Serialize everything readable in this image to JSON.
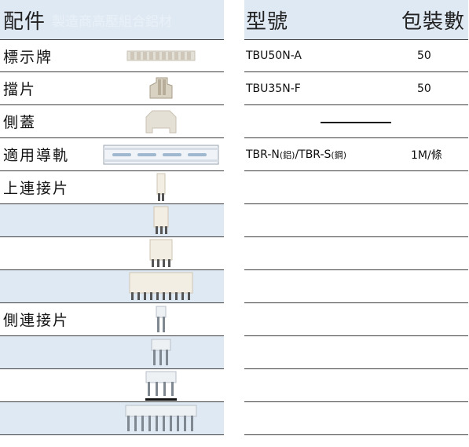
{
  "left": {
    "header": "配件",
    "watermark": "製造商高壓組合鋁材",
    "rows": [
      {
        "label": "標示牌",
        "icon": "marker-strip-icon"
      },
      {
        "label": "擋片",
        "icon": "end-stop-icon"
      },
      {
        "label": "側蓋",
        "icon": "end-cover-icon"
      },
      {
        "label": "適用導軌",
        "icon": "din-rail-icon"
      },
      {
        "label": "上連接片",
        "icon": "jumper-2pole-icon"
      },
      {
        "label": "",
        "icon": "jumper-3pole-icon"
      },
      {
        "label": "",
        "icon": "jumper-4pole-icon"
      },
      {
        "label": "",
        "icon": "jumper-10pole-icon"
      },
      {
        "label": "側連接片",
        "icon": "side-jumper-2pole-icon"
      },
      {
        "label": "",
        "icon": "side-jumper-3pole-icon"
      },
      {
        "label": "",
        "icon": "side-jumper-4pole-icon"
      },
      {
        "label": "",
        "icon": "side-jumper-10pole-icon"
      }
    ]
  },
  "right": {
    "header_model": "型號",
    "header_qty": "包裝數",
    "rows": [
      {
        "model": "TBU50N-A",
        "qty": "50"
      },
      {
        "model": "TBU35N-F",
        "qty": "50"
      },
      {
        "model": "",
        "qty": ""
      },
      {
        "model": "TBR-N",
        "model_n_note": "(鋁)",
        "model_sep": "/TBR-S",
        "model_s_note": "(鋼)",
        "qty": "1M/條"
      },
      {
        "model": "",
        "qty": ""
      },
      {
        "model": "",
        "qty": ""
      },
      {
        "model": "",
        "qty": ""
      },
      {
        "model": "",
        "qty": ""
      },
      {
        "model": "",
        "qty": ""
      },
      {
        "model": "",
        "qty": ""
      },
      {
        "model": "",
        "qty": ""
      },
      {
        "model": "",
        "qty": ""
      }
    ]
  }
}
